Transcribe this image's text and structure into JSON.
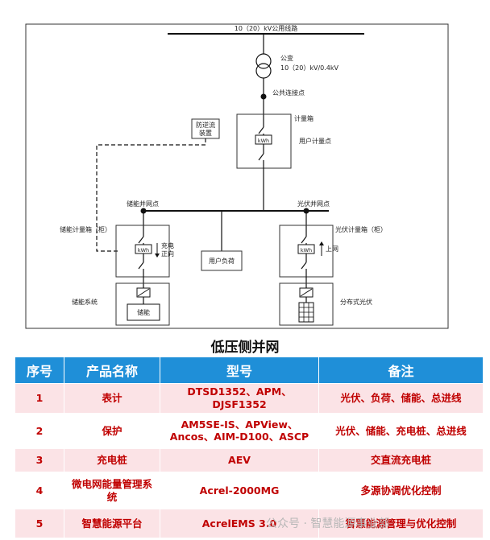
{
  "diagram": {
    "line_label": "10（20）kV公用线路",
    "transformer_label_1": "公变",
    "transformer_label_2": "10（20）kV/0.4kV",
    "pcc_label": "公共连接点",
    "meter_box_label": "计量箱",
    "user_meter_label": "用户计量点",
    "anti_backflow_1": "防逆流",
    "anti_backflow_2": "装置",
    "kwh": "kWh",
    "storage_point_label": "储能并网点",
    "pv_point_label": "光伏并网点",
    "storage_meter_label": "储能计量箱（柜）",
    "pv_meter_label": "光伏计量箱（柜）",
    "charge_label_1": "充电",
    "charge_label_2": "正向",
    "grid_label": "上网",
    "user_load_label": "用户负荷",
    "storage_system_label": "储能系统",
    "storage_label": "储能",
    "pv_system_label": "分布式光伏"
  },
  "caption": "低压侧并网",
  "table": {
    "headers": [
      "序号",
      "产品名称",
      "型号",
      "备注"
    ],
    "rows": [
      {
        "no": "1",
        "name": "表计",
        "model": "DTSD1352、APM、DJSF1352",
        "note": "光伏、负荷、储能、总进线"
      },
      {
        "no": "2",
        "name": "保护",
        "model": "AM5SE-IS、APView、Ancos、AIM-D100、ASCP",
        "note": "光伏、储能、充电桩、总进线"
      },
      {
        "no": "3",
        "name": "充电桩",
        "model": "AEV",
        "note": "交直流充电桩"
      },
      {
        "no": "4",
        "name": "微电网能量管理系统",
        "model": "Acrel-2000MG",
        "note": "多源协调优化控制"
      },
      {
        "no": "5",
        "name": "智慧能源平台",
        "model": "AcrelEMS 3.0",
        "note": "智慧能源管理与优化控制"
      }
    ]
  },
  "watermark": "公众号 · 智慧能源事业部"
}
